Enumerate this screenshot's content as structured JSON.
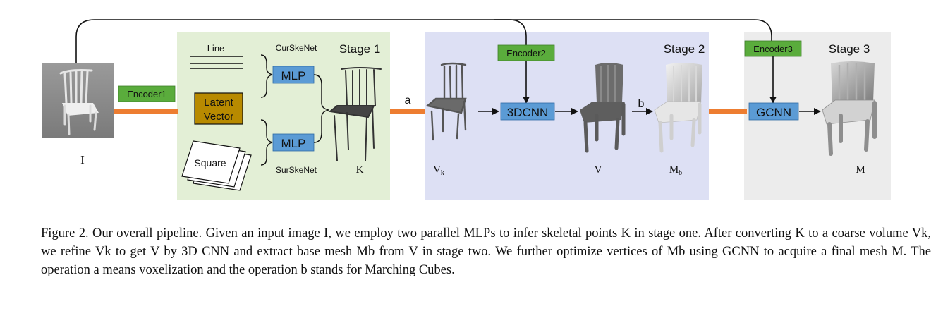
{
  "diagram": {
    "input_label": "I",
    "encoder1": "Encoder1",
    "encoder2": "Encoder2",
    "encoder3": "Encoder3",
    "stage1": {
      "title": "Stage 1",
      "line_label": "Line",
      "curskenet_label": "CurSkeNet",
      "surskenet_label": "SurSkeNet",
      "latent_line1": "Latent",
      "latent_line2": "Vector",
      "square_label": "Square",
      "mlp_top": "MLP",
      "mlp_bottom": "MLP",
      "output_label": "K"
    },
    "op_a": "a",
    "stage2": {
      "title": "Stage 2",
      "vk_main": "V",
      "vk_sub": "k",
      "cnn_label": "3DCNN",
      "v_label": "V",
      "op_b": "b",
      "mb_main": "M",
      "mb_sub": "b"
    },
    "stage3": {
      "title": "Stage 3",
      "gcnn_label": "GCNN",
      "m_label": "M"
    },
    "colors": {
      "stage1_bg": "#e3efd6",
      "stage2_bg": "#dde0f4",
      "stage3_bg": "#ececec",
      "encoder_fill": "#5aac3c",
      "mlp_fill": "#5b9bd5",
      "latent_fill": "#b88a00",
      "connector_orange": "#ed7d31"
    }
  },
  "caption": {
    "figure_label": "Figure 2.",
    "text": "Our overall pipeline. Given an input image I, we employ two parallel MLPs to infer skeletal points K in stage one. After converting K to a coarse volume Vk, we refine Vk to get V by 3D CNN and extract base mesh Mb from V in stage two. We further optimize vertices of Mb using GCNN to acquire a final mesh M. The operation a means voxelization and the operation b stands for Marching Cubes."
  }
}
